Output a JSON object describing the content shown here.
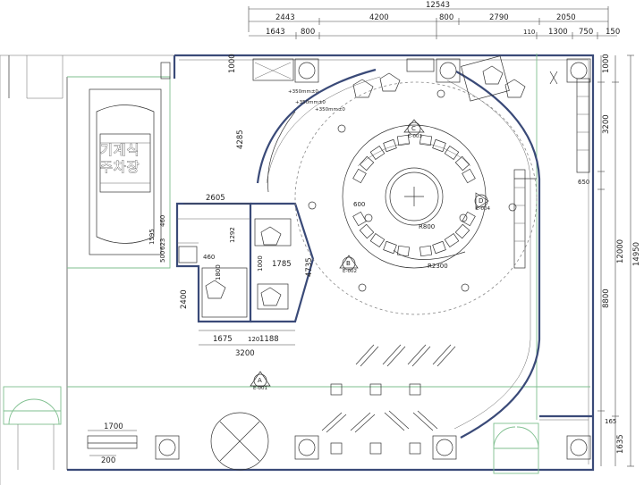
{
  "dims_top": {
    "total": "12543",
    "row2": [
      "2443",
      "4200",
      "800",
      "2790",
      "2050"
    ],
    "row3": [
      "1643",
      "800",
      "110",
      "1300",
      "750",
      "150"
    ]
  },
  "dims_right": {
    "total": "14950",
    "main": [
      "12000",
      "1635"
    ],
    "sub": [
      "1000",
      "3200",
      "650",
      "8800",
      "165"
    ]
  },
  "dims_left_room": {
    "d2605": "2605",
    "d4285": "4285",
    "d1000a": "1000",
    "d1595": "1595",
    "d623": "623",
    "d460a": "460",
    "d500": "500",
    "d460b": "460",
    "d1292": "1292",
    "d1800": "1800",
    "d1000b": "1000",
    "d1785": "1785",
    "d4735": "4735",
    "d2400": "2400",
    "d1675": "1675",
    "d120": "120",
    "d1188": "1188",
    "d3200": "3200"
  },
  "dims_bottom": {
    "d1700": "1700",
    "d200": "200"
  },
  "parking_label": [
    "기계식",
    "주차장"
  ],
  "radii": {
    "r800": "R800",
    "r2300": "R2300",
    "d600": "600"
  },
  "markers": {
    "a": {
      "letter": "A",
      "code": "E-001"
    },
    "b": {
      "letter": "B",
      "code": "E-002"
    },
    "c": {
      "letter": "C",
      "code": "E-003"
    },
    "d": {
      "letter": "D",
      "code": "E-004"
    }
  },
  "notes": [
    "+350mm±0",
    "+350mm±0",
    "+350mm±0"
  ]
}
